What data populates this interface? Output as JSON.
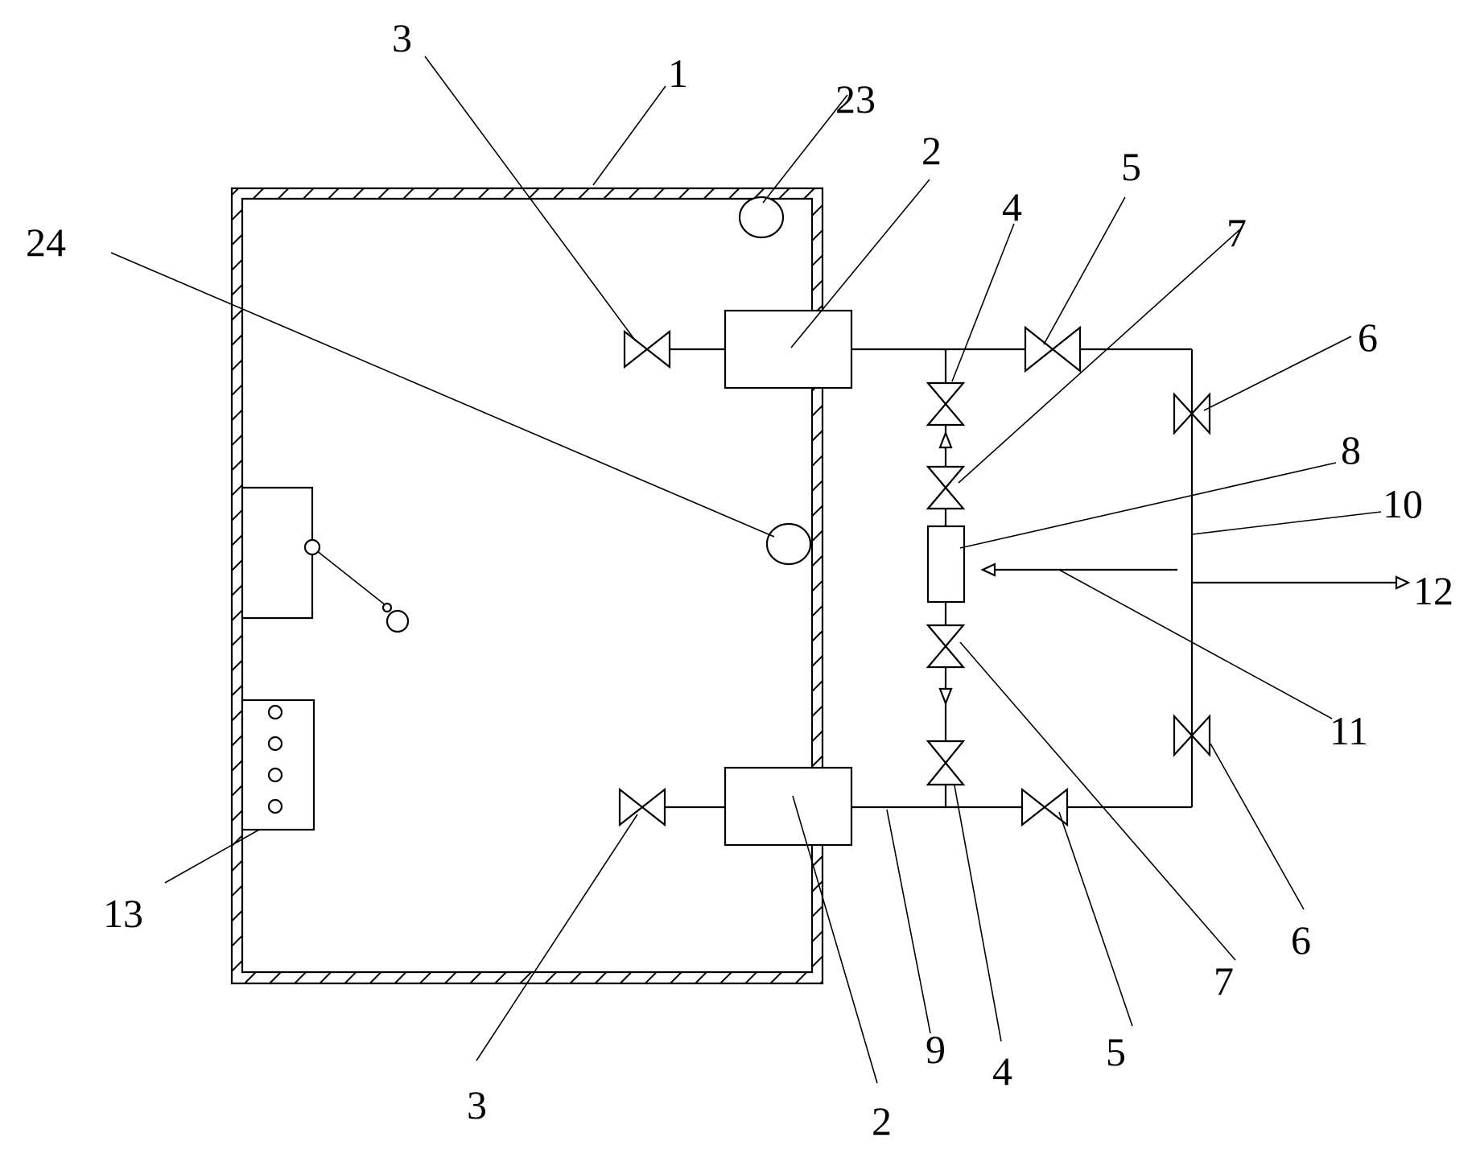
{
  "labels": {
    "l1": "1",
    "l2_top": "2",
    "l2_bottom": "2",
    "l3_top": "3",
    "l3_bottom": "3",
    "l4_top": "4",
    "l4_bottom": "4",
    "l5_top": "5",
    "l5_bottom": "5",
    "l6_top": "6",
    "l6_bottom": "6",
    "l7_top": "7",
    "l7_bottom": "7",
    "l8": "8",
    "l9": "9",
    "l10": "10",
    "l11": "11",
    "l12": "12",
    "l13": "13",
    "l23": "23",
    "l24": "24"
  },
  "colors": {
    "stroke": "#000000",
    "background": "#ffffff"
  }
}
